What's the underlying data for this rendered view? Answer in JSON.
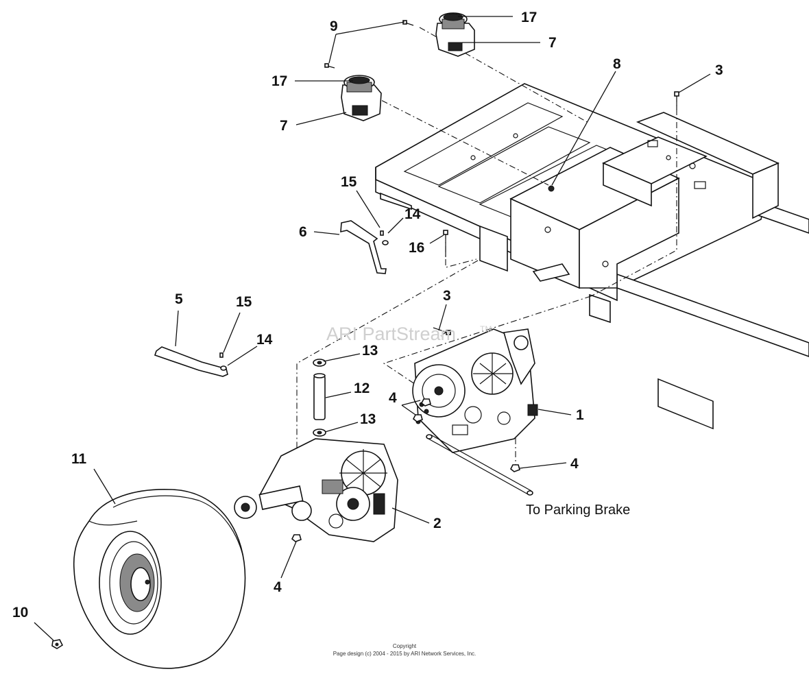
{
  "callouts": {
    "c9": "9",
    "c17a": "17",
    "c7a": "7",
    "c17b": "17",
    "c7b": "7",
    "c8": "8",
    "c3a": "3",
    "c15a": "15",
    "c14a": "14",
    "c6": "6",
    "c16": "16",
    "c5": "5",
    "c15b": "15",
    "c14b": "14",
    "c3b": "3",
    "c13a": "13",
    "c12": "12",
    "c4a": "4",
    "c13b": "13",
    "c1": "1",
    "c4b": "4",
    "c11": "11",
    "c2": "2",
    "c4c": "4",
    "c10": "10"
  },
  "note": "To Parking Brake",
  "watermark": {
    "text": "ARI PartStream",
    "tm": "TM"
  },
  "copyright": {
    "line1": "Copyright",
    "line2": "Page design (c) 2004 - 2015 by ARI Network Services, Inc."
  },
  "parts": [
    "hydro-pump-right",
    "hydro-pump-left",
    "bolt",
    "nut",
    "control-arm-left",
    "control-arm-right",
    "bumper",
    "nut",
    "screw",
    "lug-nut",
    "tire",
    "sleeve",
    "washer",
    "washer",
    "spring-pin",
    "screw",
    "reservoir-cap"
  ]
}
